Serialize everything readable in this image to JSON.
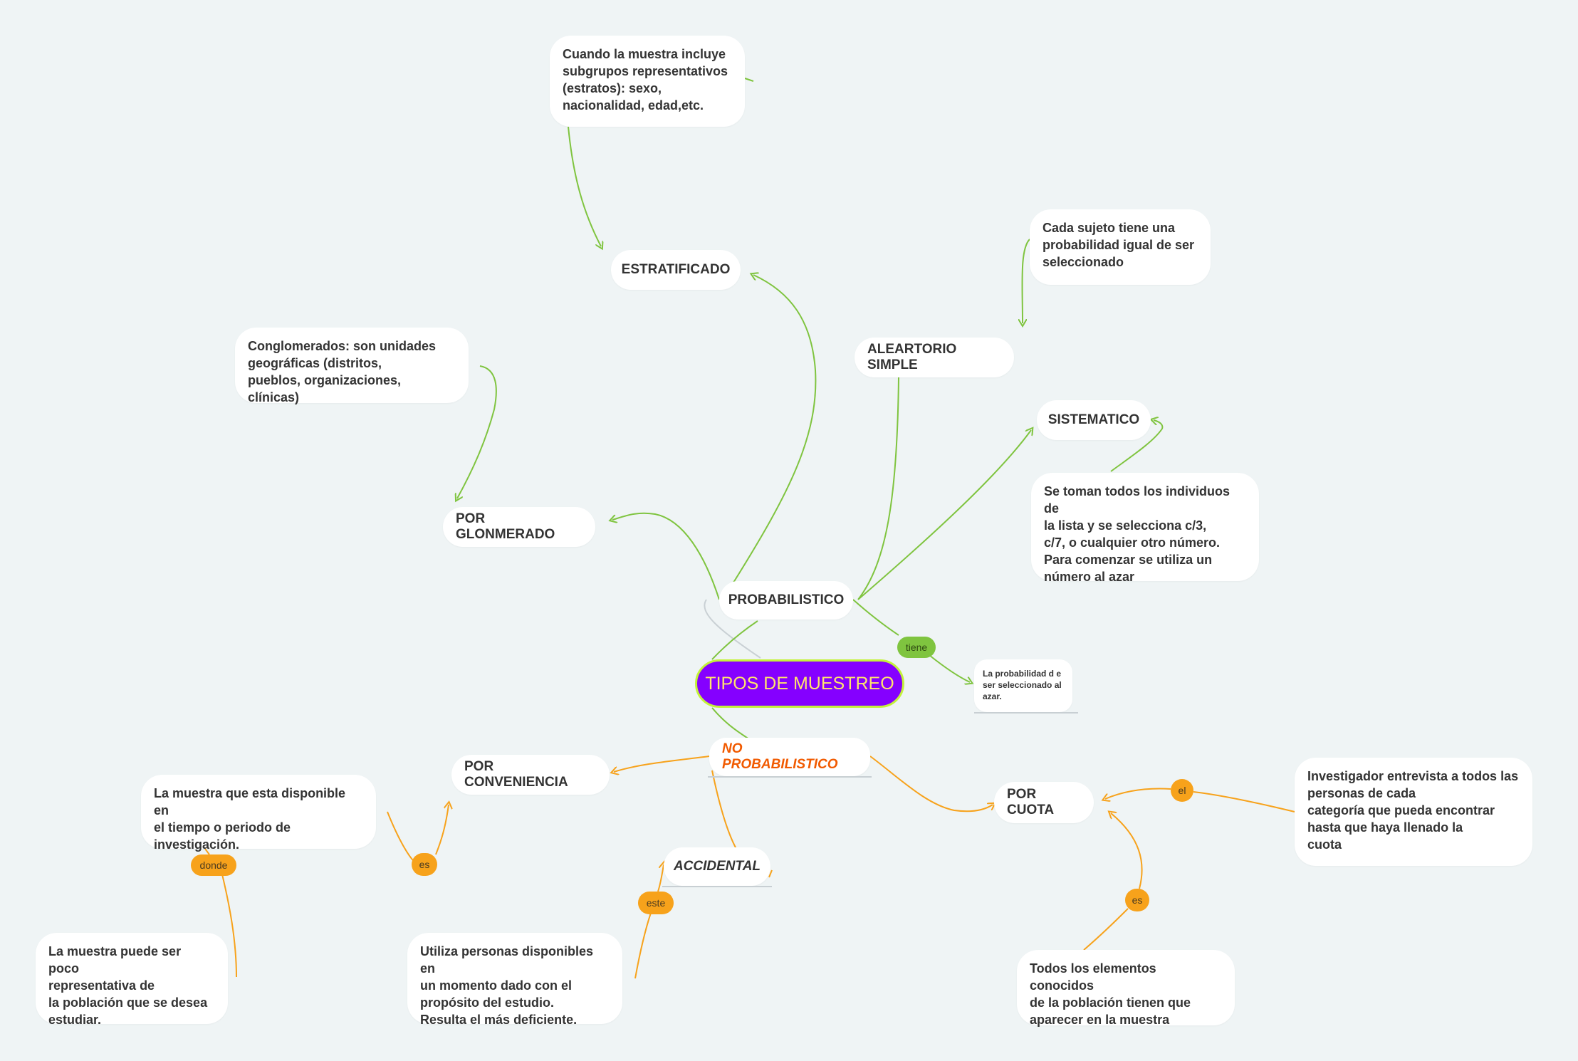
{
  "central": {
    "label": "TIPOS DE MUESTREO"
  },
  "topics": {
    "probabilistico": "PROBABILISTICO",
    "no_probabilistico": "NO PROBABILISTICO",
    "estratificado": "ESTRATIFICADO",
    "aleatorio_simple": "ALEARTORIO SIMPLE",
    "sistematico": "SISTEMATICO",
    "por_conglomerado": "POR GLONMERADO",
    "por_conveniencia": "POR CONVENIENCIA",
    "accidental": "ACCIDENTAL",
    "por_cuota": "POR CUOTA"
  },
  "notes": {
    "estratificado": [
      "Cuando la muestra incluye",
      "subgrupos representativos",
      "(estratos): sexo,",
      "nacionalidad, edad,etc."
    ],
    "aleatorio": [
      "Cada sujeto tiene una",
      "probabilidad igual de ser",
      "seleccionado"
    ],
    "conglomerado": [
      "Conglomerados: son unidades",
      "geográficas (distritos,",
      "pueblos, organizaciones, clínicas)"
    ],
    "sistematico": [
      "Se toman todos los individuos de",
      "la lista y se selecciona c/3,",
      "c/7, o cualquier otro número.",
      "Para comenzar se utiliza un",
      "número al azar"
    ],
    "probabilidad": [
      "La probabilidad d e",
      "ser seleccionado al",
      "azar."
    ],
    "conveniencia": [
      "La muestra que esta disponible en",
      "el tiempo o periodo de",
      "investigación."
    ],
    "representativa": [
      "La muestra puede ser poco",
      "representativa de",
      "la población que se desea",
      "estudiar."
    ],
    "accidental": [
      "Utiliza personas disponibles en",
      "un momento dado con el",
      "propósito del estudio.",
      "Resulta el más deficiente."
    ],
    "cuota_investigador": [
      "Investigador entrevista a todos las",
      "personas de cada",
      "categoría que pueda encontrar",
      "hasta que haya llenado la",
      "cuota"
    ],
    "cuota_elementos": [
      "Todos los elementos conocidos",
      "de la población tienen que",
      "aparecer en la muestra"
    ]
  },
  "chips": {
    "tiene": "tiene",
    "el": "el",
    "es_cuota": "es",
    "es_conveniencia": "es",
    "donde": "donde",
    "este": "este"
  },
  "colors": {
    "background": "#eff4f5",
    "central_fill": "#8500ff",
    "central_border": "#c4f23a",
    "central_text": "#ffe56b",
    "green_branch": "#7fc43f",
    "orange_branch": "#f7a21b",
    "no_probabilistico_text": "#f15a00"
  }
}
